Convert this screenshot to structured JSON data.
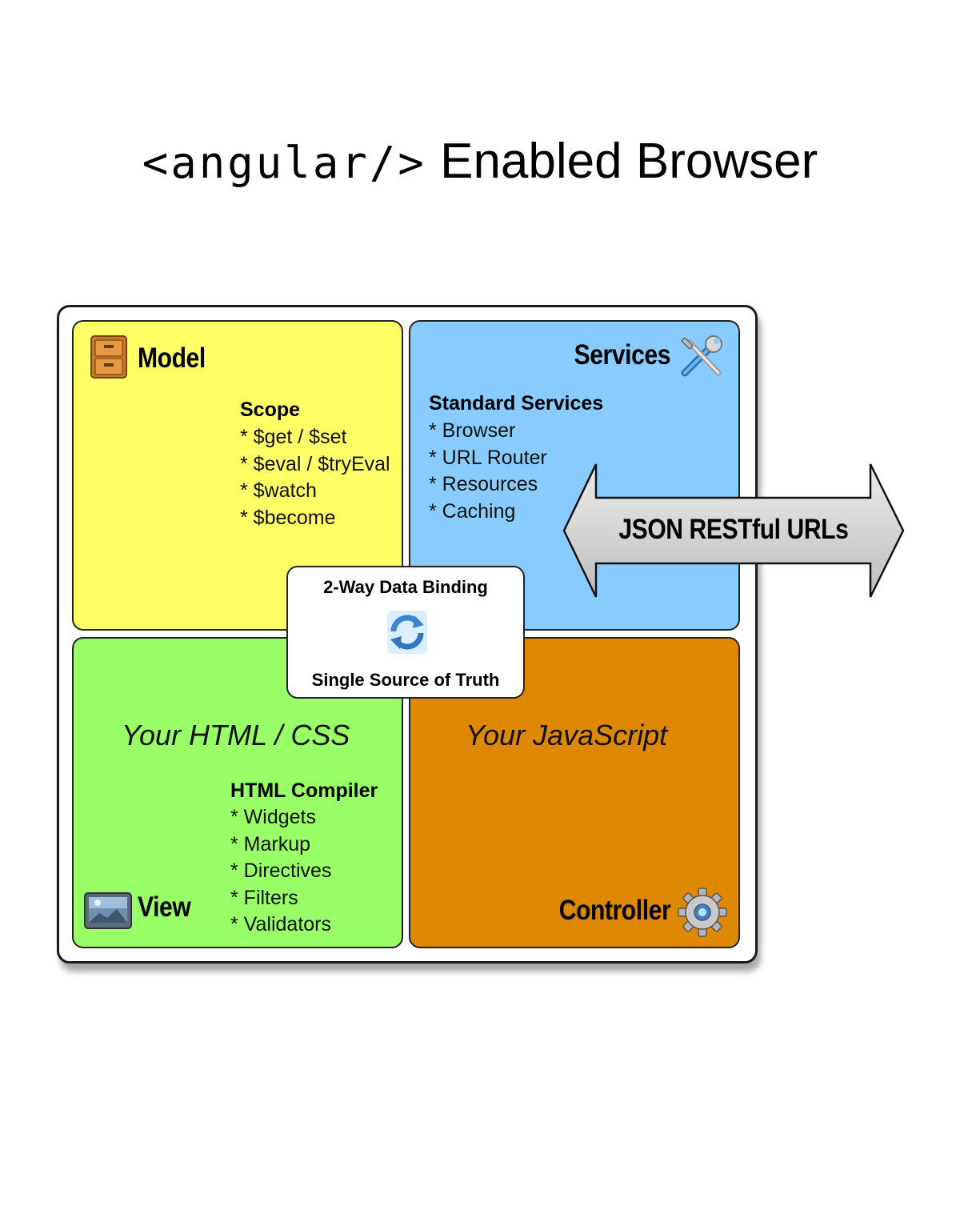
{
  "title": {
    "code": "<angular/>",
    "rest": " Enabled Browser"
  },
  "model": {
    "heading": "Model",
    "icon": "file-cabinet-icon",
    "subheading": "Scope",
    "items": [
      "* $get / $set",
      "* $eval / $tryEval",
      "* $watch",
      "* $become"
    ]
  },
  "services": {
    "heading": "Services",
    "icon": "tools-icon",
    "subheading": "Standard Services",
    "items": [
      "* Browser",
      "* URL Router",
      "* Resources",
      "* Caching"
    ]
  },
  "view": {
    "heading": "View",
    "icon": "picture-icon",
    "tagline": "Your HTML / CSS",
    "subheading": "HTML Compiler",
    "items": [
      "* Widgets",
      "* Markup",
      "* Directives",
      "* Filters",
      "* Validators"
    ]
  },
  "controller": {
    "heading": "Controller",
    "icon": "gear-icon",
    "tagline": "Your JavaScript"
  },
  "binding": {
    "top": "2-Way Data Binding",
    "bottom": "Single Source of Truth",
    "icon": "sync-arrows-icon"
  },
  "arrow": {
    "label": "JSON RESTful URLs"
  },
  "colors": {
    "model": "#ffff66",
    "services": "#88ccff",
    "view": "#99ff66",
    "controller": "#dd8800",
    "arrow": "#cfcfcf"
  }
}
